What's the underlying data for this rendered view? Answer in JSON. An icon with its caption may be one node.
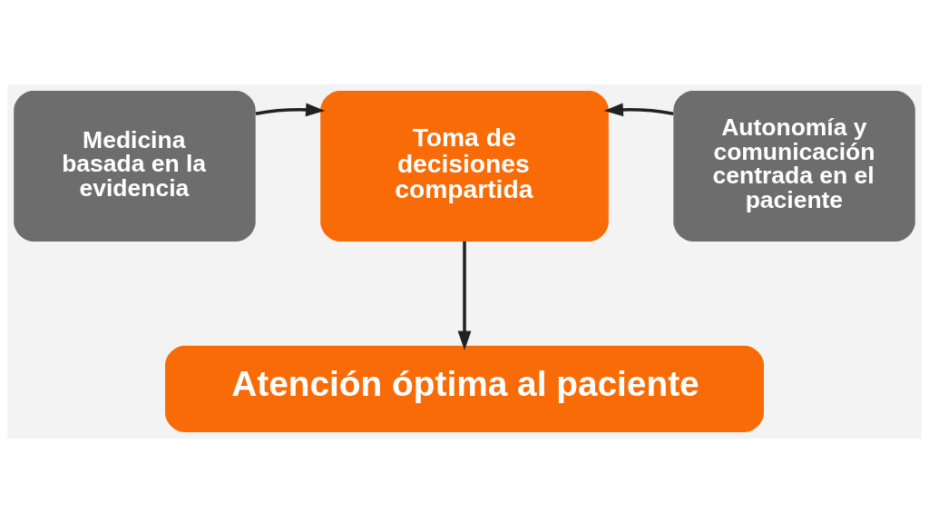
{
  "diagram": {
    "nodes": [
      {
        "text": [
          "Medicina basada en la evidencia"
        ]
      },
      {
        "text": [
          "Toma de decisiones compartida"
        ]
      },
      {
        "text": [
          "Autonomía y comunicación centrada en el paciente"
        ]
      },
      {
        "text": [
          "Atención óptima al paciente"
        ]
      }
    ],
    "edges": [
      {
        "from": 0,
        "to": 1,
        "arrow": "to"
      },
      {
        "from": 2,
        "to": 1,
        "arrow": "to"
      },
      {
        "from": 1,
        "to": 3,
        "arrow": "to"
      }
    ]
  }
}
